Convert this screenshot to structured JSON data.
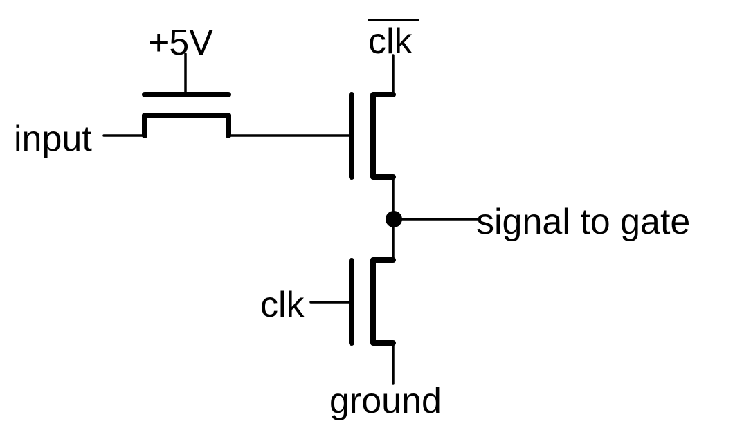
{
  "diagram": {
    "type": "circuit schematic",
    "labels": {
      "supply": "+5V",
      "input": "input",
      "clk_bar": "clk",
      "clk_bar_overline": true,
      "clk": "clk",
      "output": "signal to gate",
      "ground": "ground"
    },
    "components": [
      {
        "id": "pass-transistor",
        "type": "transistor",
        "gate": "+5V",
        "source": "input",
        "drain": "upper-transistor-gate"
      },
      {
        "id": "upper-transistor",
        "type": "transistor",
        "gate": "pass-transistor-output",
        "drain": "clk (inverted)",
        "source": "output-node"
      },
      {
        "id": "lower-transistor",
        "type": "transistor",
        "gate": "clk",
        "drain": "output-node",
        "source": "ground"
      }
    ],
    "nodes": [
      {
        "id": "output-node",
        "connects": [
          "upper-transistor",
          "lower-transistor",
          "signal to gate"
        ]
      }
    ]
  }
}
